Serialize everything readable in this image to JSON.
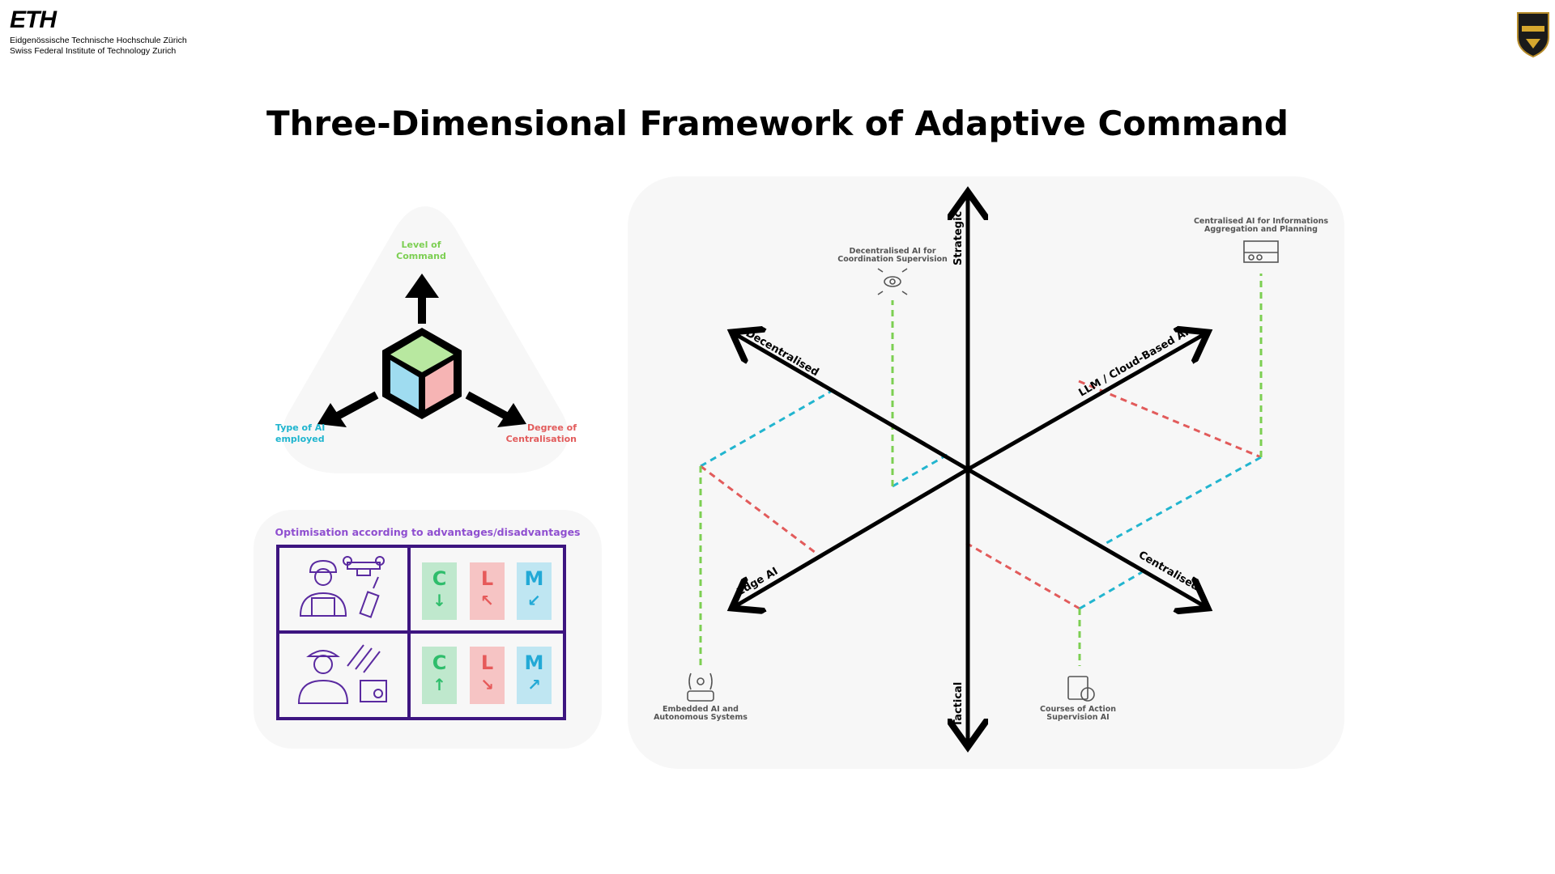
{
  "header": {
    "logo_text": "ETH",
    "line1": "Eidgenössische Technische Hochschule Zürich",
    "line2": "Swiss Federal Institute of Technology Zurich",
    "crest_icon": "unit-crest-icon"
  },
  "title": "Three-Dimensional Framework of Adaptive Command",
  "triangle": {
    "level": [
      "Level of",
      "Command"
    ],
    "type": [
      "Type of AI",
      "employed"
    ],
    "degree": [
      "Degree of",
      "Centralisation"
    ],
    "colors": {
      "level": "#7ccf52",
      "type": "#1fb5cf",
      "degree": "#e25b5b"
    }
  },
  "optimisation": {
    "title": "Optimisation according to advantages/disadvantages",
    "rows": [
      {
        "icons": [
          "soldier-icon",
          "drone-icon",
          "radio-icon"
        ],
        "tiles": [
          {
            "letter": "C",
            "arrow": "↓",
            "color": "#2ebd6b",
            "bg": "#bfe8cd"
          },
          {
            "letter": "L",
            "arrow": "↖",
            "color": "#e65a5a",
            "bg": "#f6c4c4"
          },
          {
            "letter": "M",
            "arrow": "↙",
            "color": "#22a9d6",
            "bg": "#bfe6f2"
          }
        ]
      },
      {
        "icons": [
          "officer-icon",
          "missiles-icon",
          "map-icon"
        ],
        "tiles": [
          {
            "letter": "C",
            "arrow": "↑",
            "color": "#2ebd6b",
            "bg": "#bfe8cd"
          },
          {
            "letter": "L",
            "arrow": "↘",
            "color": "#e65a5a",
            "bg": "#f6c4c4"
          },
          {
            "letter": "M",
            "arrow": "↗",
            "color": "#22a9d6",
            "bg": "#bfe6f2"
          }
        ]
      }
    ]
  },
  "axes": {
    "strategic": "Strategic",
    "tactical": "Tactical",
    "decentralised": "Decentralised",
    "centralised": "Centralised",
    "llm": "LLM / Cloud-Based AI",
    "edge": "Edge AI"
  },
  "points": {
    "decentral_coord": [
      "Decentralised AI for",
      "Coordination Supervision"
    ],
    "central_info": [
      "Centralised AI for Informations",
      "Aggregation and Planning"
    ],
    "embedded": [
      "Embedded AI and",
      "Autonomous Systems"
    ],
    "courses": [
      "Courses of Action",
      "Supervision AI"
    ]
  }
}
